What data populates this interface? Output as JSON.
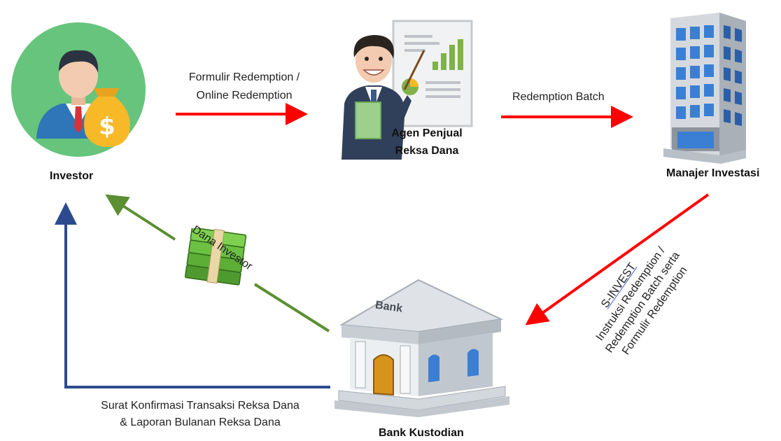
{
  "nodes": {
    "investor": {
      "label": "Investor"
    },
    "agent": {
      "label_line1": "Agen Penjual",
      "label_line2": "Reksa Dana"
    },
    "manager": {
      "label": "Manajer Investasi"
    },
    "custodian": {
      "label": "Bank Kustodian",
      "sign": "Bank"
    }
  },
  "flows": {
    "investor_to_agent": {
      "line1": "Formulir Redemption /",
      "line2": "Online Redemption",
      "color": "#ff0000"
    },
    "agent_to_manager": {
      "label": "Redemption Batch",
      "color": "#ff0000"
    },
    "manager_to_custodian": {
      "line1": "S-INVEST",
      "line2": "Instruksi Redemption /",
      "line3": "Redemption Batch serta",
      "line4": "Formulir Redemption",
      "color": "#ff0000"
    },
    "custodian_to_investor_funds": {
      "label": "Dana Investor",
      "color": "#5b8f32"
    },
    "custodian_to_investor_report": {
      "line1": "Surat Konfirmasi Transaksi Reksa Dana",
      "line2": "& Laporan Bulanan Reksa Dana",
      "color": "#2e4a8f"
    }
  },
  "icons": {
    "investor": "investor-with-money-bag-icon",
    "agent": "sales-agent-presenting-chart-icon",
    "manager": "office-building-icon",
    "custodian": "bank-building-icon",
    "money": "cash-stack-icon"
  },
  "colors": {
    "investor_circle": "#66c47c",
    "red_arrow": "#ff0000",
    "green_arrow": "#5b8f32",
    "blue_arrow": "#2e4a8f"
  }
}
